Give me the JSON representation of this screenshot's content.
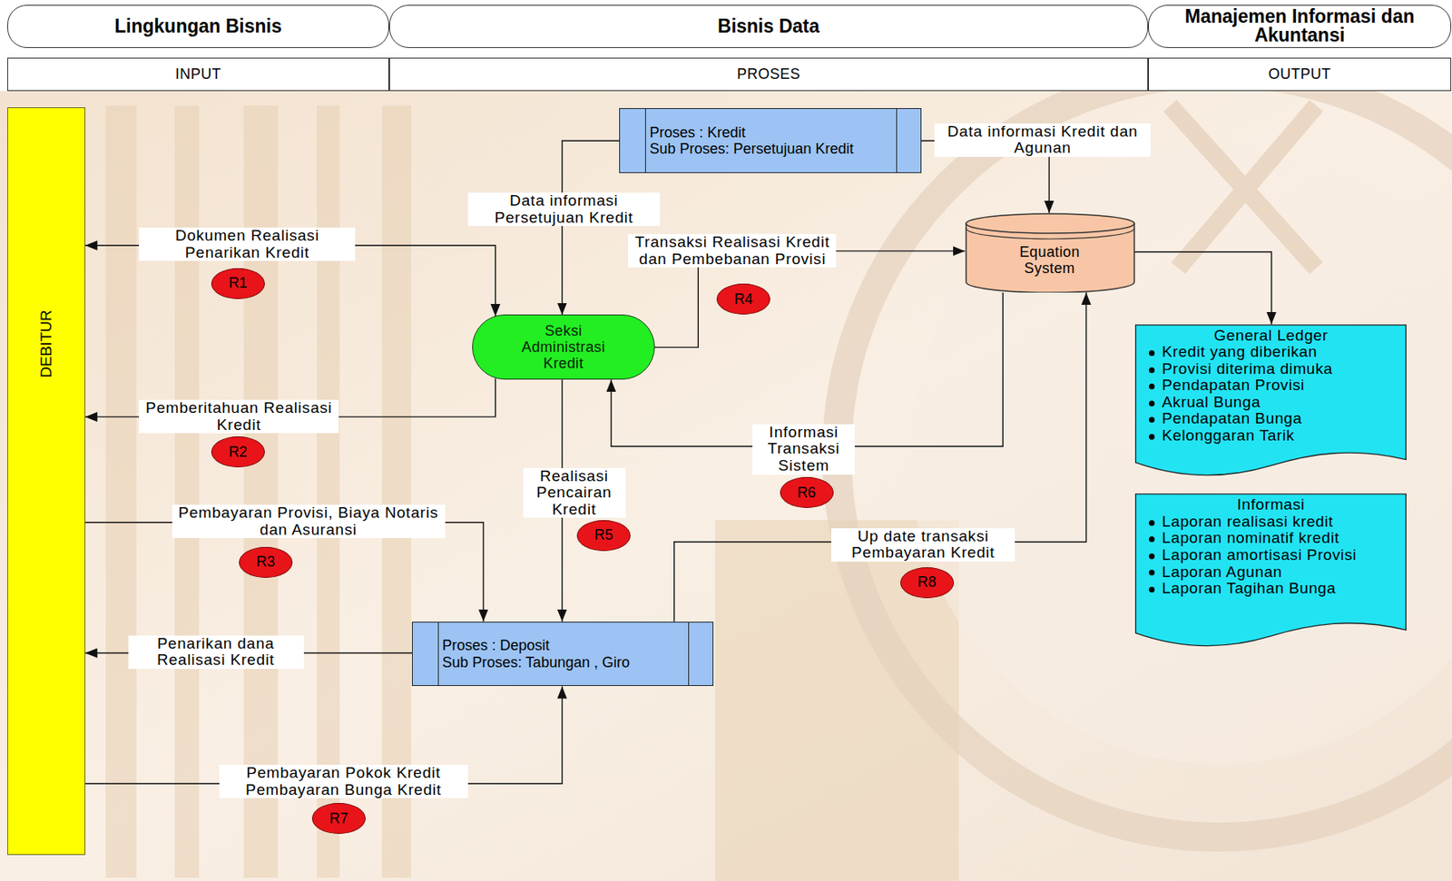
{
  "diagram": {
    "nodes": [
      {
        "text": [
          "Lingkungan Bisnis"
        ]
      },
      {
        "text": [
          "Bisnis Data"
        ]
      },
      {
        "text": [
          "Manajemen Informasi dan Akuntansi"
        ]
      },
      {
        "text": [
          "INPUT"
        ]
      },
      {
        "text": [
          "PROSES"
        ]
      },
      {
        "text": [
          "OUTPUT"
        ]
      },
      {
        "text": [
          "DEBITUR"
        ]
      },
      {
        "text": [
          "Proses : Kredit",
          "Sub Proses: Persetujuan Kredit"
        ]
      },
      {
        "text": [
          "Seksi Administrasi Kredit"
        ]
      },
      {
        "text": [
          "Equation System"
        ]
      },
      {
        "text": [
          "General Ledger",
          "Kredit yang diberikan",
          "Provisi diterima dimuka",
          "Pendapatan Provisi",
          "Akrual Bunga",
          "Pendapatan Bunga",
          "Kelonggaran Tarik"
        ]
      },
      {
        "text": [
          "Informasi",
          "Laporan realisasi kredit",
          "Laporan nominatif kredit",
          "Laporan amortisasi Provisi",
          "Laporan Agunan",
          "Laporan Tagihan Bunga"
        ]
      },
      {
        "text": [
          "Proses : Deposit",
          "Sub Proses: Tabungan , Giro"
        ]
      }
    ],
    "edges": [
      {
        "from": 6,
        "to": 8,
        "label": "Dokumen Realisasi Penarikan Kredit",
        "arrow": "both"
      },
      {
        "from": 8,
        "to": 6,
        "label": "Pemberitahuan Realisasi Kredit",
        "arrow": "to"
      },
      {
        "from": 6,
        "to": 12,
        "label": "Pembayaran Provisi, Biaya Notaris dan Asuransi",
        "arrow": "to"
      },
      {
        "from": 12,
        "to": 6,
        "label": "Penarikan dana Realisasi Kredit",
        "arrow": "to"
      },
      {
        "from": 6,
        "to": 12,
        "label": "Pembayaran Pokok Kredit Pembayaran Bunga Kredit",
        "arrow": "to"
      },
      {
        "from": 7,
        "to": 8,
        "label": "Data informasi Persetujuan Kredit",
        "arrow": "to"
      },
      {
        "from": 7,
        "to": 9,
        "label": "Data informasi Kredit dan Agunan",
        "arrow": "to"
      },
      {
        "from": 8,
        "to": 9,
        "label": "Transaksi Realisasi Kredit dan Pembebanan Provisi",
        "arrow": "to"
      },
      {
        "from": 8,
        "to": 12,
        "label": "Realisasi Pencairan Kredit",
        "arrow": "to"
      },
      {
        "from": 9,
        "to": 8,
        "label": "Informasi Transaksi Sistem",
        "arrow": "to"
      },
      {
        "from": 12,
        "to": 9,
        "label": "Up date transaksi Pembayaran Kredit",
        "arrow": "to"
      },
      {
        "from": 9,
        "to": 10,
        "arrow": "to"
      }
    ],
    "labels": [
      "R1",
      "R2",
      "R3",
      "R4",
      "R5",
      "R6",
      "R7",
      "R8"
    ]
  }
}
